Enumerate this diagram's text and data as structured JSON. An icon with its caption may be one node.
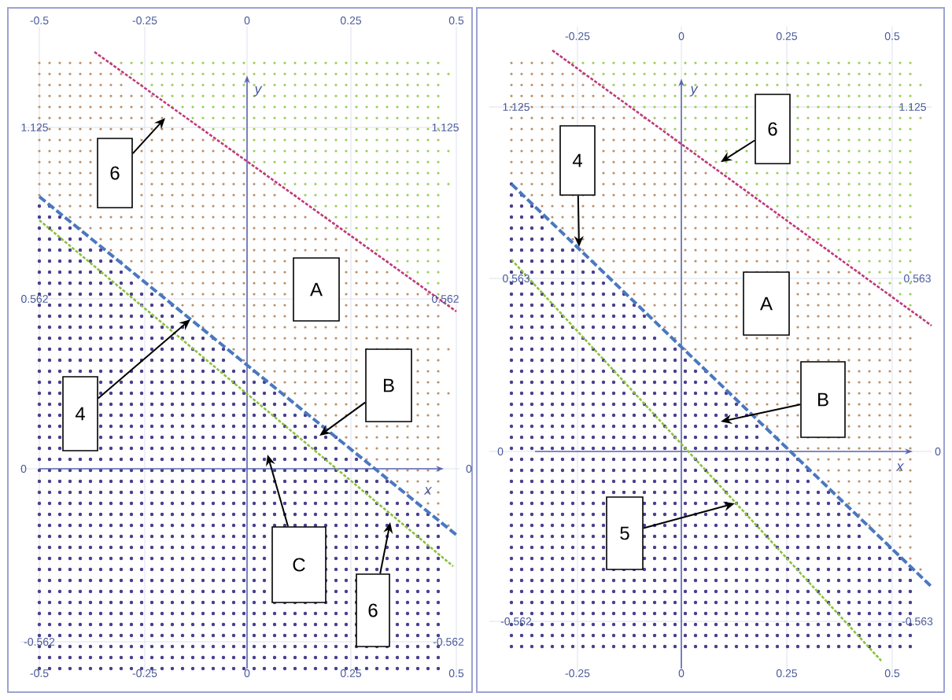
{
  "diagram": {
    "nodes": [
      {
        "text": [
          "6"
        ]
      },
      {
        "text": [
          "A"
        ]
      },
      {
        "text": [
          "4"
        ]
      },
      {
        "text": [
          "B"
        ]
      },
      {
        "text": [
          "C"
        ]
      },
      {
        "text": [
          "6"
        ]
      },
      {
        "text": [
          "6"
        ]
      },
      {
        "text": [
          "4"
        ]
      },
      {
        "text": [
          "A"
        ]
      },
      {
        "text": [
          "B"
        ]
      },
      {
        "text": [
          "5"
        ]
      }
    ],
    "edges": [
      {
        "from": 0,
        "to": null,
        "arrow": "to"
      },
      {
        "from": 2,
        "to": null,
        "arrow": "to"
      },
      {
        "from": 3,
        "to": null,
        "arrow": "to"
      },
      {
        "from": 4,
        "to": null,
        "arrow": "to"
      },
      {
        "from": 5,
        "to": null,
        "arrow": "to"
      },
      {
        "from": 6,
        "to": null,
        "arrow": "to"
      },
      {
        "from": 7,
        "to": null,
        "arrow": "to"
      },
      {
        "from": 9,
        "to": null,
        "arrow": "to"
      },
      {
        "from": 10,
        "to": null,
        "arrow": "to"
      }
    ],
    "labels": [
      "-0.5",
      "-0.25",
      "0",
      "0.25",
      "0.5",
      "y",
      "1.125",
      "1.125",
      "0.562",
      "0.562",
      "0",
      "0",
      "x",
      "-0.562",
      "-0.562",
      "-0.5",
      "-0.25",
      "0",
      "0.25",
      "0.5",
      "-0.25",
      "0",
      "0.25",
      "0.5",
      "y",
      "1.125",
      "1.125",
      "0.563",
      "0.563",
      "0",
      "0",
      "x",
      "-0.562",
      "-0.563",
      "-0.25",
      "0",
      "0.25",
      "0.5"
    ]
  }
}
